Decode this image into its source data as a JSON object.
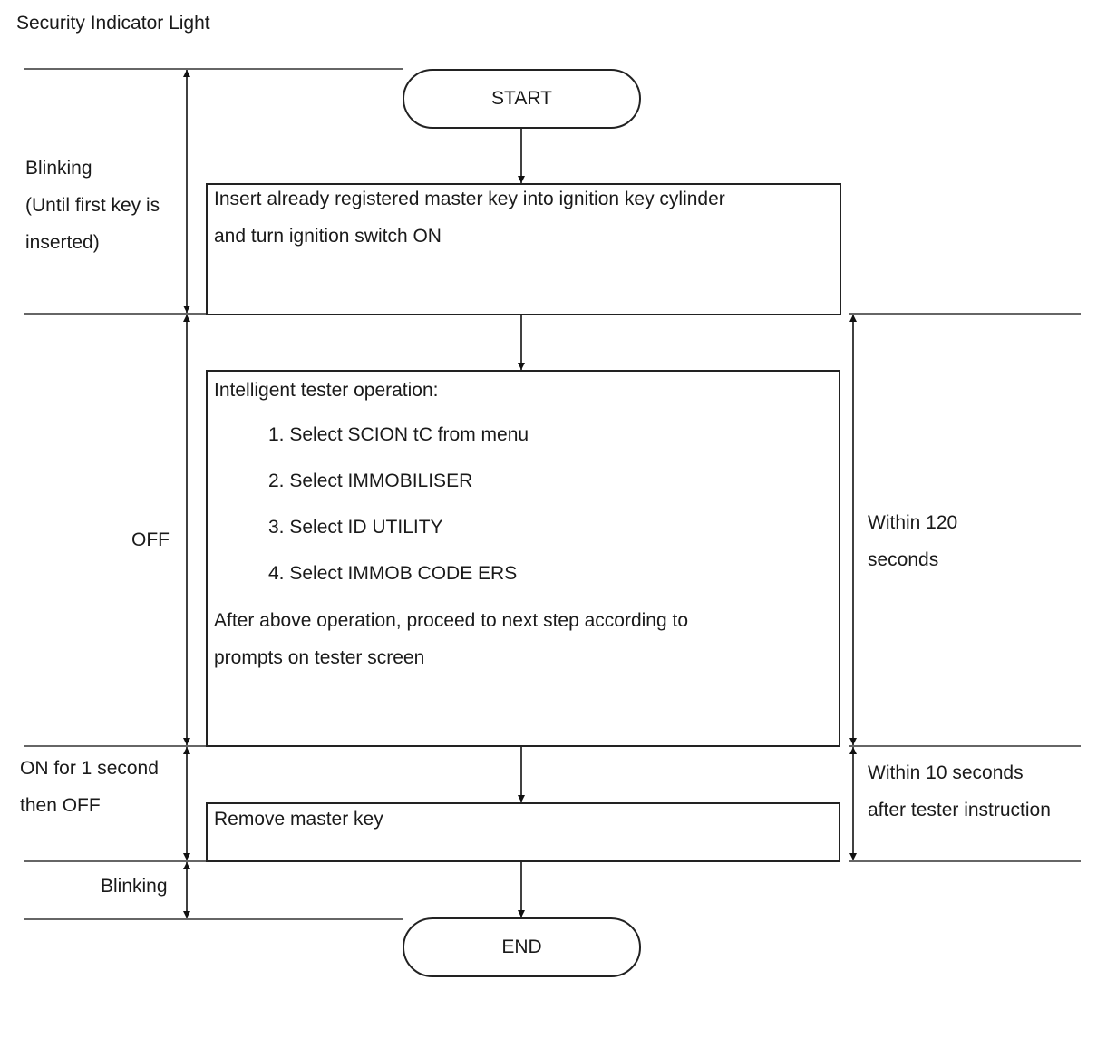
{
  "header": {
    "title": "Security Indicator Light"
  },
  "terminals": {
    "start": "START",
    "end": "END"
  },
  "steps": {
    "insert_key": [
      "Insert already registered master key into ignition key cylinder",
      "and turn ignition switch ON"
    ],
    "tester": {
      "heading": "Intelligent tester operation:",
      "items": [
        "1. Select SCION tC from menu",
        "2. Select IMMOBILISER",
        "3. Select ID UTILITY",
        "4. Select IMMOB CODE ERS"
      ],
      "footer": [
        "After above operation, proceed to next step according to",
        "prompts on tester screen"
      ]
    },
    "remove_key": "Remove master key"
  },
  "indicator_states": {
    "blinking_initial": [
      "Blinking",
      "(Until first key is",
      "inserted)"
    ],
    "off": "OFF",
    "on_then_off": [
      "ON for 1 second",
      "then OFF"
    ],
    "blinking_final": "Blinking"
  },
  "timing": {
    "within_120": [
      "Within 120",
      "seconds"
    ],
    "within_10": [
      "Within 10 seconds",
      "after tester instruction"
    ]
  }
}
